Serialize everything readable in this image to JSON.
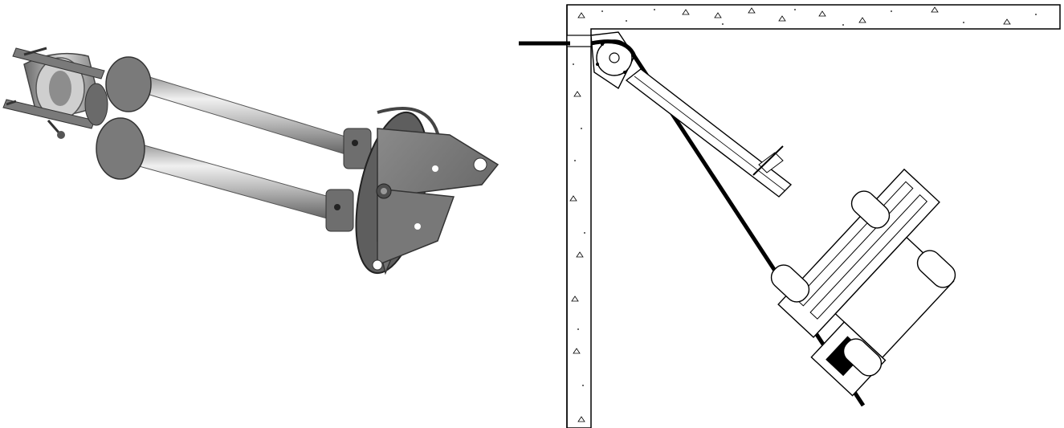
{
  "figures": [
    {
      "kind": "photo",
      "subject": "cable-roller-guide-bracket"
    },
    {
      "kind": "line-drawing",
      "subject": "roller-guide-installed-at-duct-corner-with-cable-puller"
    }
  ],
  "colors": {
    "background": "#ffffff",
    "metal_dark": "#6e6e6e",
    "metal_mid": "#9a9a9a",
    "metal_light": "#d8d8d8",
    "ink": "#000000",
    "concrete": "#f4f4f4"
  }
}
